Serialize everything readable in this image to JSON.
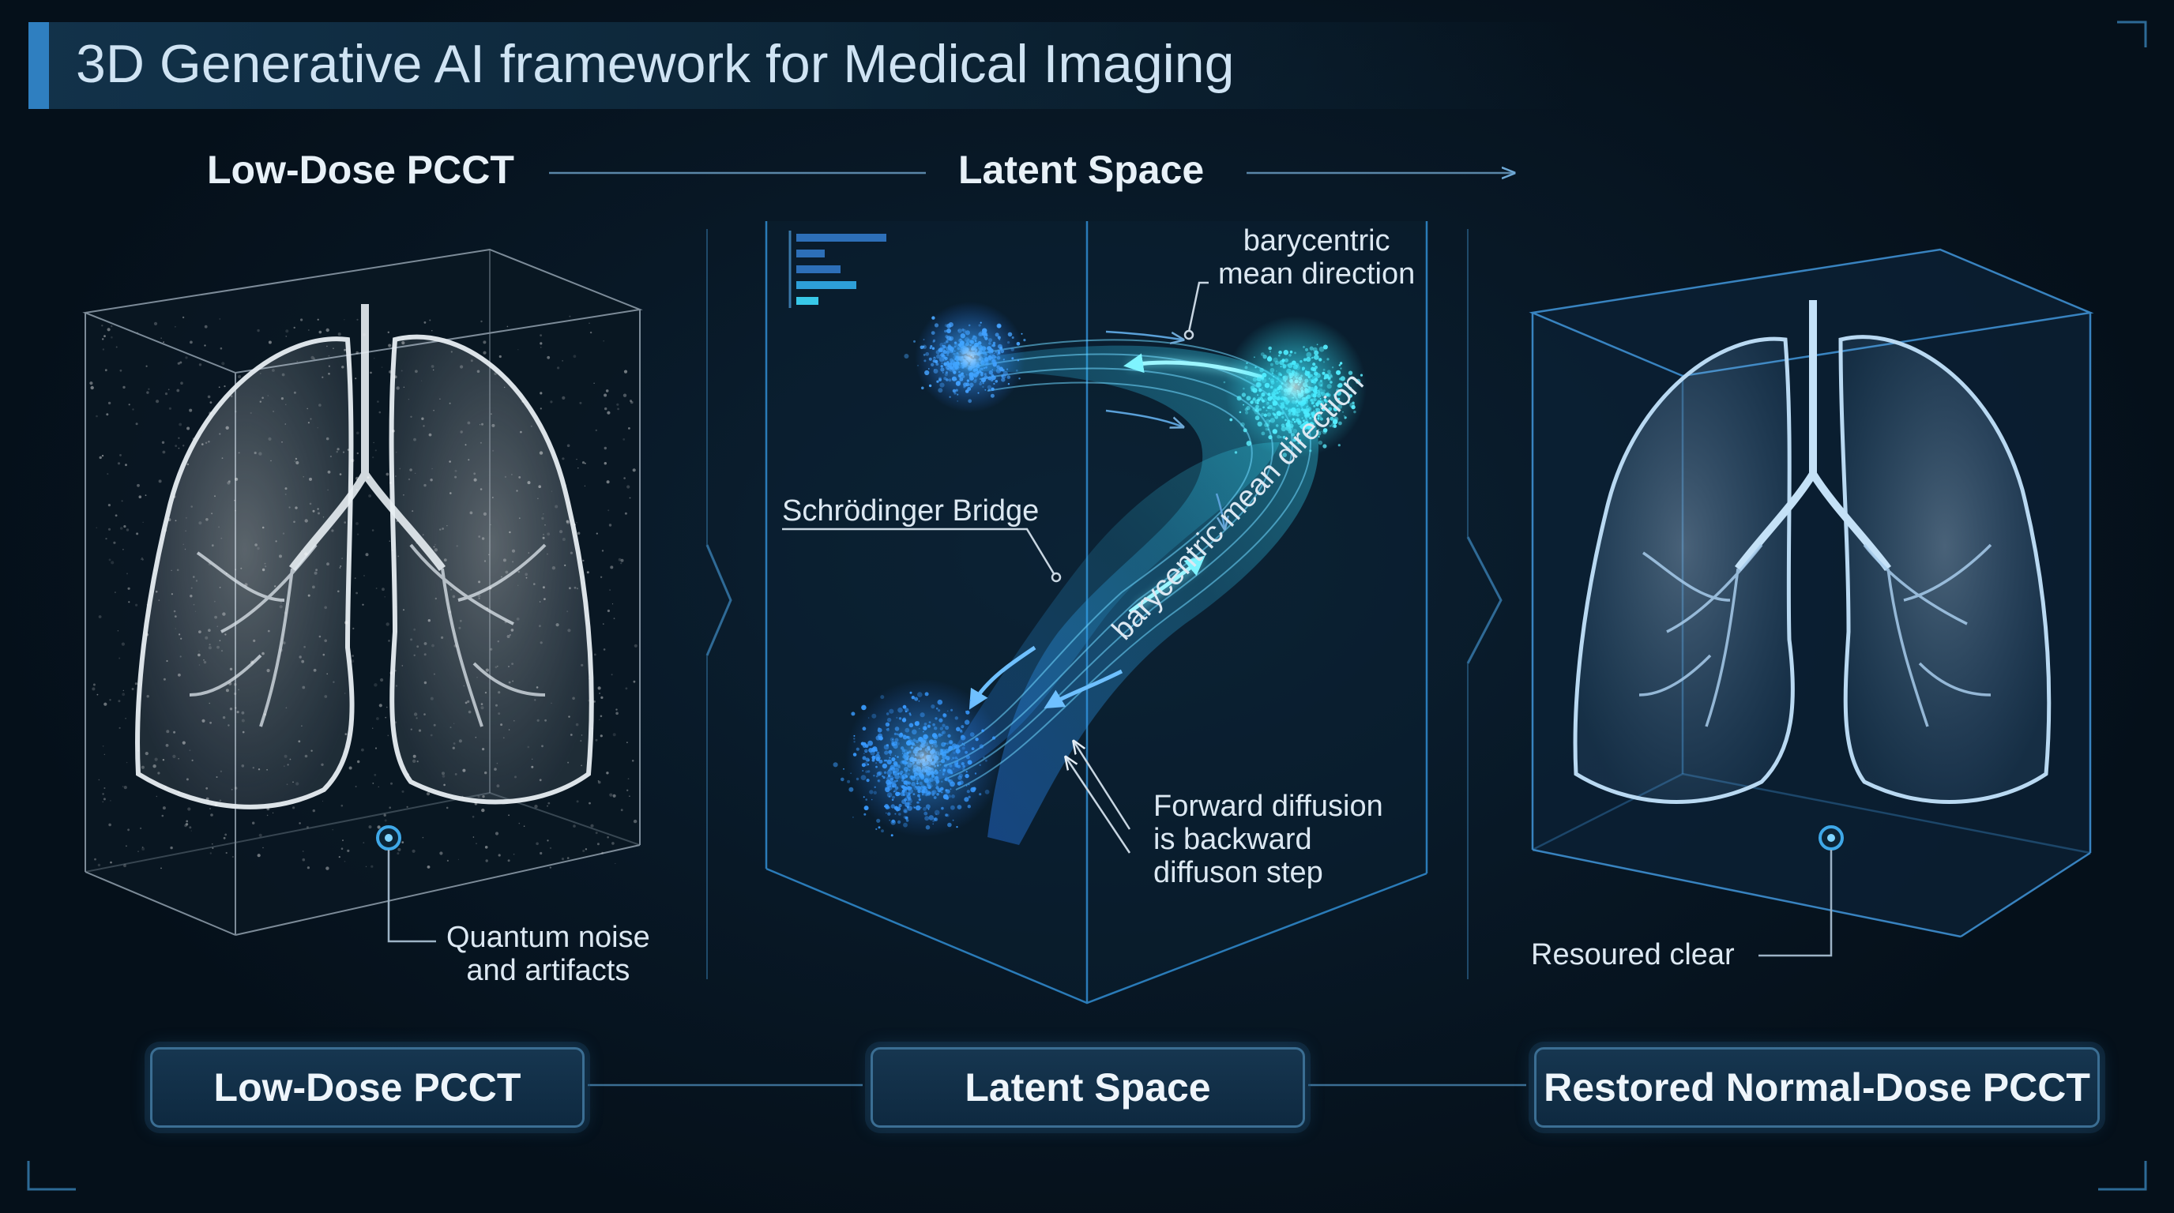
{
  "title": "3D Generative AI framework for Medical Imaging",
  "top_labels": {
    "left": "Low-Dose PCCT",
    "center": "Latent Space"
  },
  "annotations": {
    "quantum_noise": [
      "Quantum noise",
      "and artifacts"
    ],
    "restored_clear": "Resoured clear",
    "barycentric_top": [
      "barycentric",
      "mean direction"
    ],
    "schrodinger_bridge": "Schrödinger Bridge",
    "barycentric_rotated": "barycentric mean direction",
    "forward_diffusion": [
      "Forward diffusion",
      "is backward",
      "diffuson step"
    ]
  },
  "bottom_boxes": {
    "low_dose": "Low-Dose PCCT",
    "latent": "Latent Space",
    "restored": "Restored Normal-Dose PCCT"
  },
  "colors": {
    "background": "#07131f",
    "accent": "#2f7fc0",
    "cyan_glow": "#38e8ff",
    "blue_glow": "#2a9cff",
    "box_border": "#3b6e93",
    "lung_white": "#dfe7ee",
    "lung_blue": "#9fc8ea"
  }
}
